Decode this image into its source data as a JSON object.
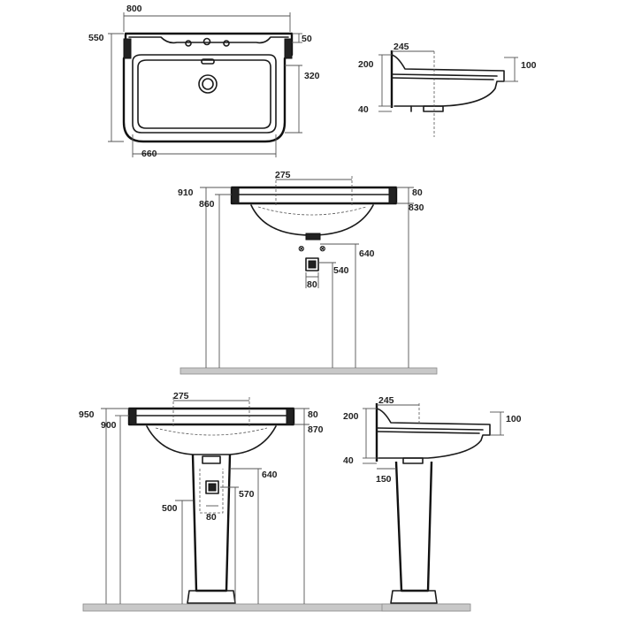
{
  "top_view": {
    "width": "800",
    "depth": "550",
    "rim": "50",
    "bowl_depth": "320",
    "bowl_width": "660"
  },
  "side_view": {
    "projection": "245",
    "height": "200",
    "front_rim": "100",
    "base": "40"
  },
  "wall_view": {
    "tap_spacing": "275",
    "overall_height": "910",
    "bowl_top": "860",
    "rim": "80",
    "front_height": "830",
    "waste_outlet": "640",
    "trap_height": "540",
    "trap_width": "80"
  },
  "pedestal_front": {
    "tap_spacing": "275",
    "overall_height": "950",
    "bowl_top": "900",
    "rim": "80",
    "front_height": "870",
    "waste_outlet": "640",
    "trap_height": "570",
    "pedestal_height": "500",
    "trap_width": "80"
  },
  "pedestal_side": {
    "projection": "245",
    "height": "200",
    "front_rim": "100",
    "base": "40",
    "pedestal_offset": "150"
  }
}
